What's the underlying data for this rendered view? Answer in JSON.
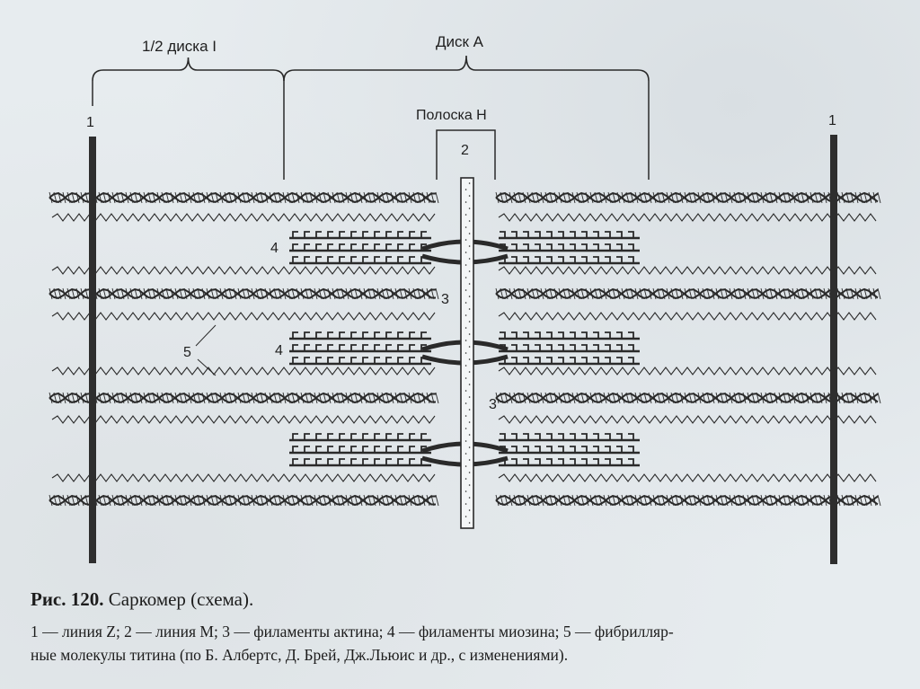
{
  "diagram": {
    "labels": {
      "half_disk_i": "1/2 диска I",
      "disk_a": "Диск А",
      "band_h": "Полоска Н",
      "z_line_left": "1",
      "z_line_right": "1",
      "m_line": "2",
      "actin_a": "3",
      "actin_b": "3",
      "myosin_a": "4",
      "myosin_b": "4",
      "titin": "5"
    },
    "colors": {
      "ink": "#2a2a2a",
      "paper": "#e7ecef"
    }
  },
  "caption": {
    "figure_number": "Рис. 120.",
    "title": " Саркомер (схема).",
    "legend_line1": "1 — линия Z; 2 — линия М; 3 — филаменты актина; 4 — филаменты миозина; 5 — фибрилляр-",
    "legend_line2": "ные молекулы титина (по Б. Албертс, Д. Брей, Дж.Льюис и др., с изменениями)."
  }
}
